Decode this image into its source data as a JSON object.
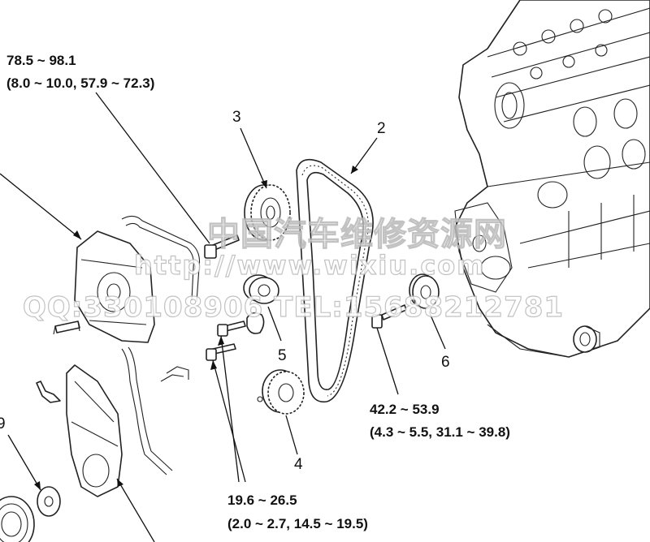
{
  "torque_specs": {
    "top_left": {
      "range": "78.5 ~ 98.1",
      "detail": "(8.0 ~ 10.0, 57.9 ~ 72.3)"
    },
    "right": {
      "range": "42.2 ~ 53.9",
      "detail": "(4.3 ~ 5.5, 31.1 ~ 39.8)"
    },
    "bottom": {
      "range": "19.6 ~ 26.5",
      "detail": "(2.0 ~ 2.7, 14.5 ~ 19.5)"
    }
  },
  "part_numbers": {
    "p2": "2",
    "p3": "3",
    "p4": "4",
    "p5": "5",
    "p6": "6",
    "p9": "9"
  },
  "watermark": {
    "line1": "中国汽车维修资源网",
    "line2": "http://www.wixiu.com",
    "line3": "QQ:330108906 TEL:15688212781"
  }
}
